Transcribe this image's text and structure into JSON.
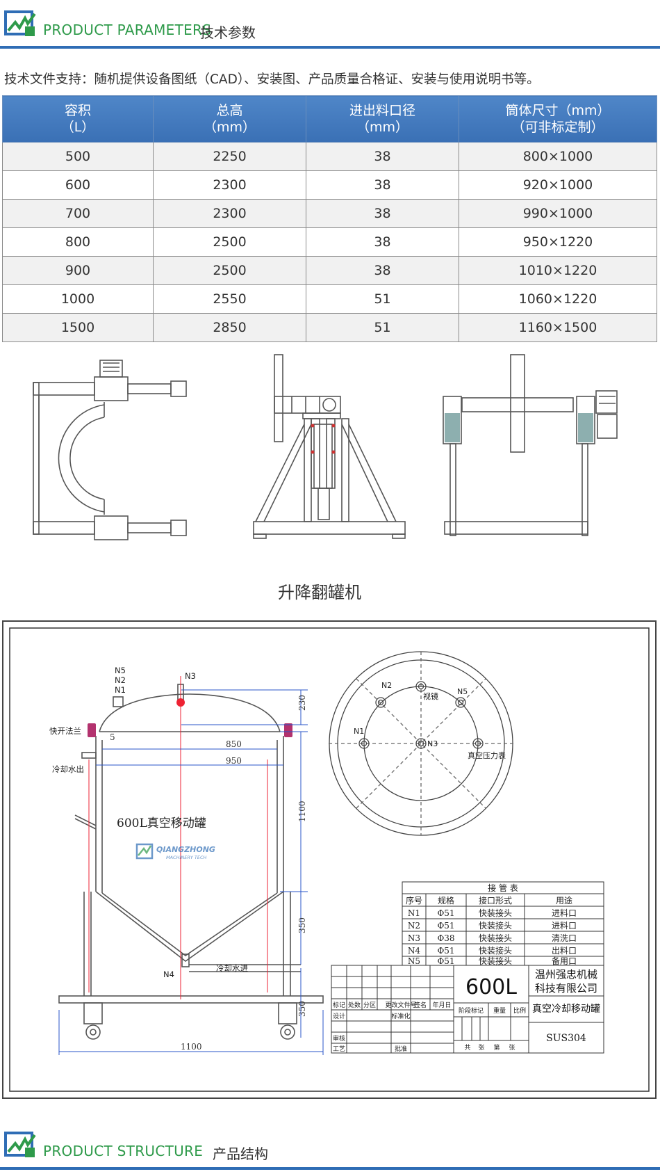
{
  "header_top": {
    "en": "PRODUCT PARAMETERS",
    "zh": "技术参数"
  },
  "support_text": "技术文件支持：随机提供设备图纸（CAD）、安装图、产品质量合格证、安装与使用说明书等。",
  "table": {
    "headers": [
      [
        "容积",
        "（L）"
      ],
      [
        "总高",
        "（mm）"
      ],
      [
        "进出料口径",
        "（mm）"
      ],
      [
        "筒体尺寸（mm）",
        "（可非标定制）"
      ]
    ],
    "rows": [
      [
        "500",
        "2250",
        "38",
        "800×1000"
      ],
      [
        "600",
        "2300",
        "38",
        "920×1000"
      ],
      [
        "700",
        "2300",
        "38",
        "990×1000"
      ],
      [
        "800",
        "2500",
        "38",
        "950×1220"
      ],
      [
        "900",
        "2500",
        "38",
        "1010×1220"
      ],
      [
        "1000",
        "2550",
        "51",
        "1060×1220"
      ],
      [
        "1500",
        "2850",
        "51",
        "1160×1500"
      ]
    ]
  },
  "views_caption": "升降翻罐机",
  "drawing": {
    "tank_title": "600L真空移动罐",
    "watermark": {
      "brand": "QIANGZHONG",
      "sub": "MACHINERY TECH"
    },
    "nozzle_labels": [
      "N5",
      "N2",
      "N1",
      "N3",
      "N4",
      "N1",
      "N2",
      "N3",
      "N5"
    ],
    "callouts": {
      "quick_flange": "快开法兰",
      "cooling_out": "冷却水出",
      "cooling_in": "冷却水进",
      "sight_glass": "视镜",
      "vacuum_gauge": "真空压力表"
    },
    "dims": {
      "d230": "230",
      "d1100v": "1100",
      "d350a": "350",
      "d350b": "350",
      "d850": "850",
      "d950": "950",
      "d5": "5",
      "d1100h": "1100"
    },
    "nozzle_table": {
      "title": "接 管 表",
      "headers": [
        "序号",
        "规格",
        "接口形式",
        "用途"
      ],
      "rows": [
        [
          "N1",
          "Φ51",
          "快装接头",
          "进料口"
        ],
        [
          "N2",
          "Φ51",
          "快装接头",
          "进料口"
        ],
        [
          "N3",
          "Φ38",
          "快装接头",
          "清洗口"
        ],
        [
          "N4",
          "Φ51",
          "快装接头",
          "出料口"
        ],
        [
          "N5",
          "Φ51",
          "快装接头",
          "备用口"
        ]
      ]
    },
    "title_block": {
      "capacity": "600L",
      "company_line1": "温州强忠机械",
      "company_line2": "科技有限公司",
      "product": "真空冷却移动罐",
      "material": "SUS304",
      "rev_headers": [
        "标记",
        "处数",
        "分区",
        "更改文件号",
        "签名",
        "年月日"
      ],
      "design": "设计",
      "standard": "标准化",
      "review": "审核",
      "process": "工艺",
      "approve": "批准",
      "stage_mark": "阶段标记",
      "weight": "重量",
      "scale": "比例",
      "sheets_total": "共",
      "sheet_unit1": "张",
      "sheet_no": "第",
      "sheet_unit2": "张"
    }
  },
  "header_bottom": {
    "en": "PRODUCT STRUCTURE",
    "zh": "产品结构"
  }
}
